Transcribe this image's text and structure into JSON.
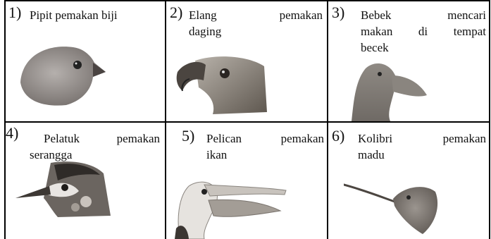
{
  "cells": [
    {
      "number": "1)",
      "line1_a": "Pipit pemakan biji",
      "line1_b": "",
      "line2": "",
      "line3": "",
      "icon": "finch-head-illustration"
    },
    {
      "number": "2)",
      "line1_a": "Elang",
      "line1_b": "pemakan",
      "line2": "daging",
      "line3": "",
      "icon": "eagle-head-illustration"
    },
    {
      "number": "3)",
      "line1_a": "Bebek",
      "line1_b": "mencari",
      "line2_a": "makan",
      "line2_b": "di",
      "line2_c": "tempat",
      "line3": "becek",
      "icon": "duck-head-illustration"
    },
    {
      "number": "4)",
      "line1_a": "Pelatuk",
      "line1_b": "pemakan",
      "line2": "serangga",
      "line3": "",
      "icon": "woodpecker-head-illustration"
    },
    {
      "number": "5)",
      "line1_a": "Pelican",
      "line1_b": "pemakan",
      "line2": "ikan",
      "line3": "",
      "icon": "pelican-head-illustration"
    },
    {
      "number": "6)",
      "line1_a": "Kolibri",
      "line1_b": "pemakan",
      "line2": "madu",
      "line3": "",
      "icon": "hummingbird-head-illustration"
    }
  ]
}
